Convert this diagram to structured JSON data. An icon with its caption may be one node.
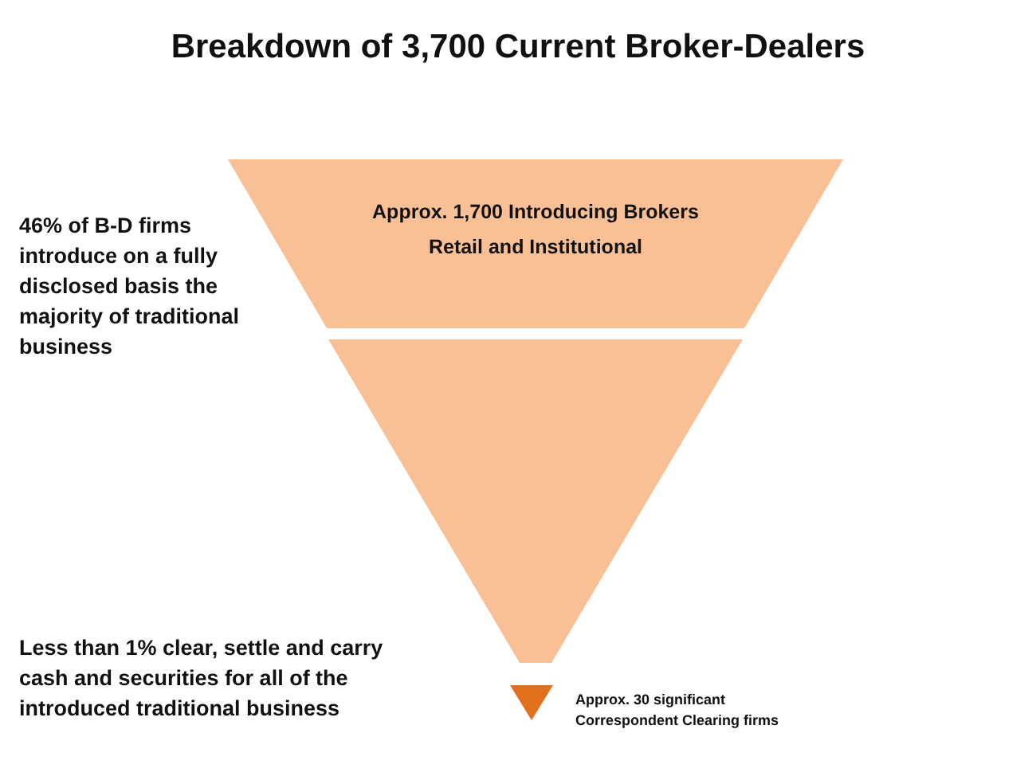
{
  "diagram": {
    "title": "Breakdown of 3,700 Current Broker-Dealers",
    "nodes": [
      {
        "text": [
          "Approx. 1,700 Introducing Brokers",
          "Retail and Institutional"
        ]
      },
      {
        "text": [],
        "shape": "triangle"
      },
      {
        "text": [],
        "shape": "triangle",
        "beside": [
          "Approx. 30 significant Correspondent Clearing firms"
        ]
      }
    ],
    "labels": [
      "46% of B-D firms introduce on a fully disclosed basis the majority of traditional business",
      "Less than 1% clear, settle and carry cash and securities for all of the introduced traditional business"
    ]
  }
}
